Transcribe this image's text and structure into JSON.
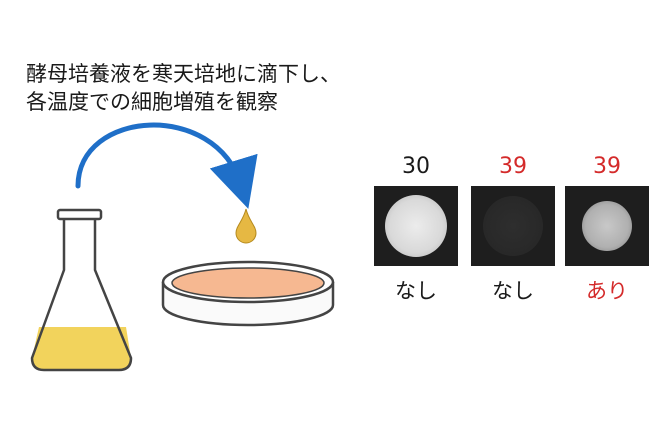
{
  "caption": {
    "line1": "酵母培養液を寒天培地に滴下し、",
    "line2": "各温度での細胞増殖を観察"
  },
  "panels": [
    {
      "temperature": "30",
      "result": "なし",
      "temperature_color": "#1a1a1a",
      "result_color": "#1a1a1a",
      "growth": "strong"
    },
    {
      "temperature": "39",
      "result": "なし",
      "temperature_color": "#d42a2a",
      "result_color": "#1a1a1a",
      "growth": "none"
    },
    {
      "temperature": "39",
      "result": "あり",
      "temperature_color": "#d42a2a",
      "result_color": "#d42a2a",
      "growth": "moderate"
    }
  ],
  "colors": {
    "arrow": "#1f6fc8",
    "culture": "#f2d35c",
    "agar": "#f6b891",
    "droplet": "#e6b843"
  }
}
